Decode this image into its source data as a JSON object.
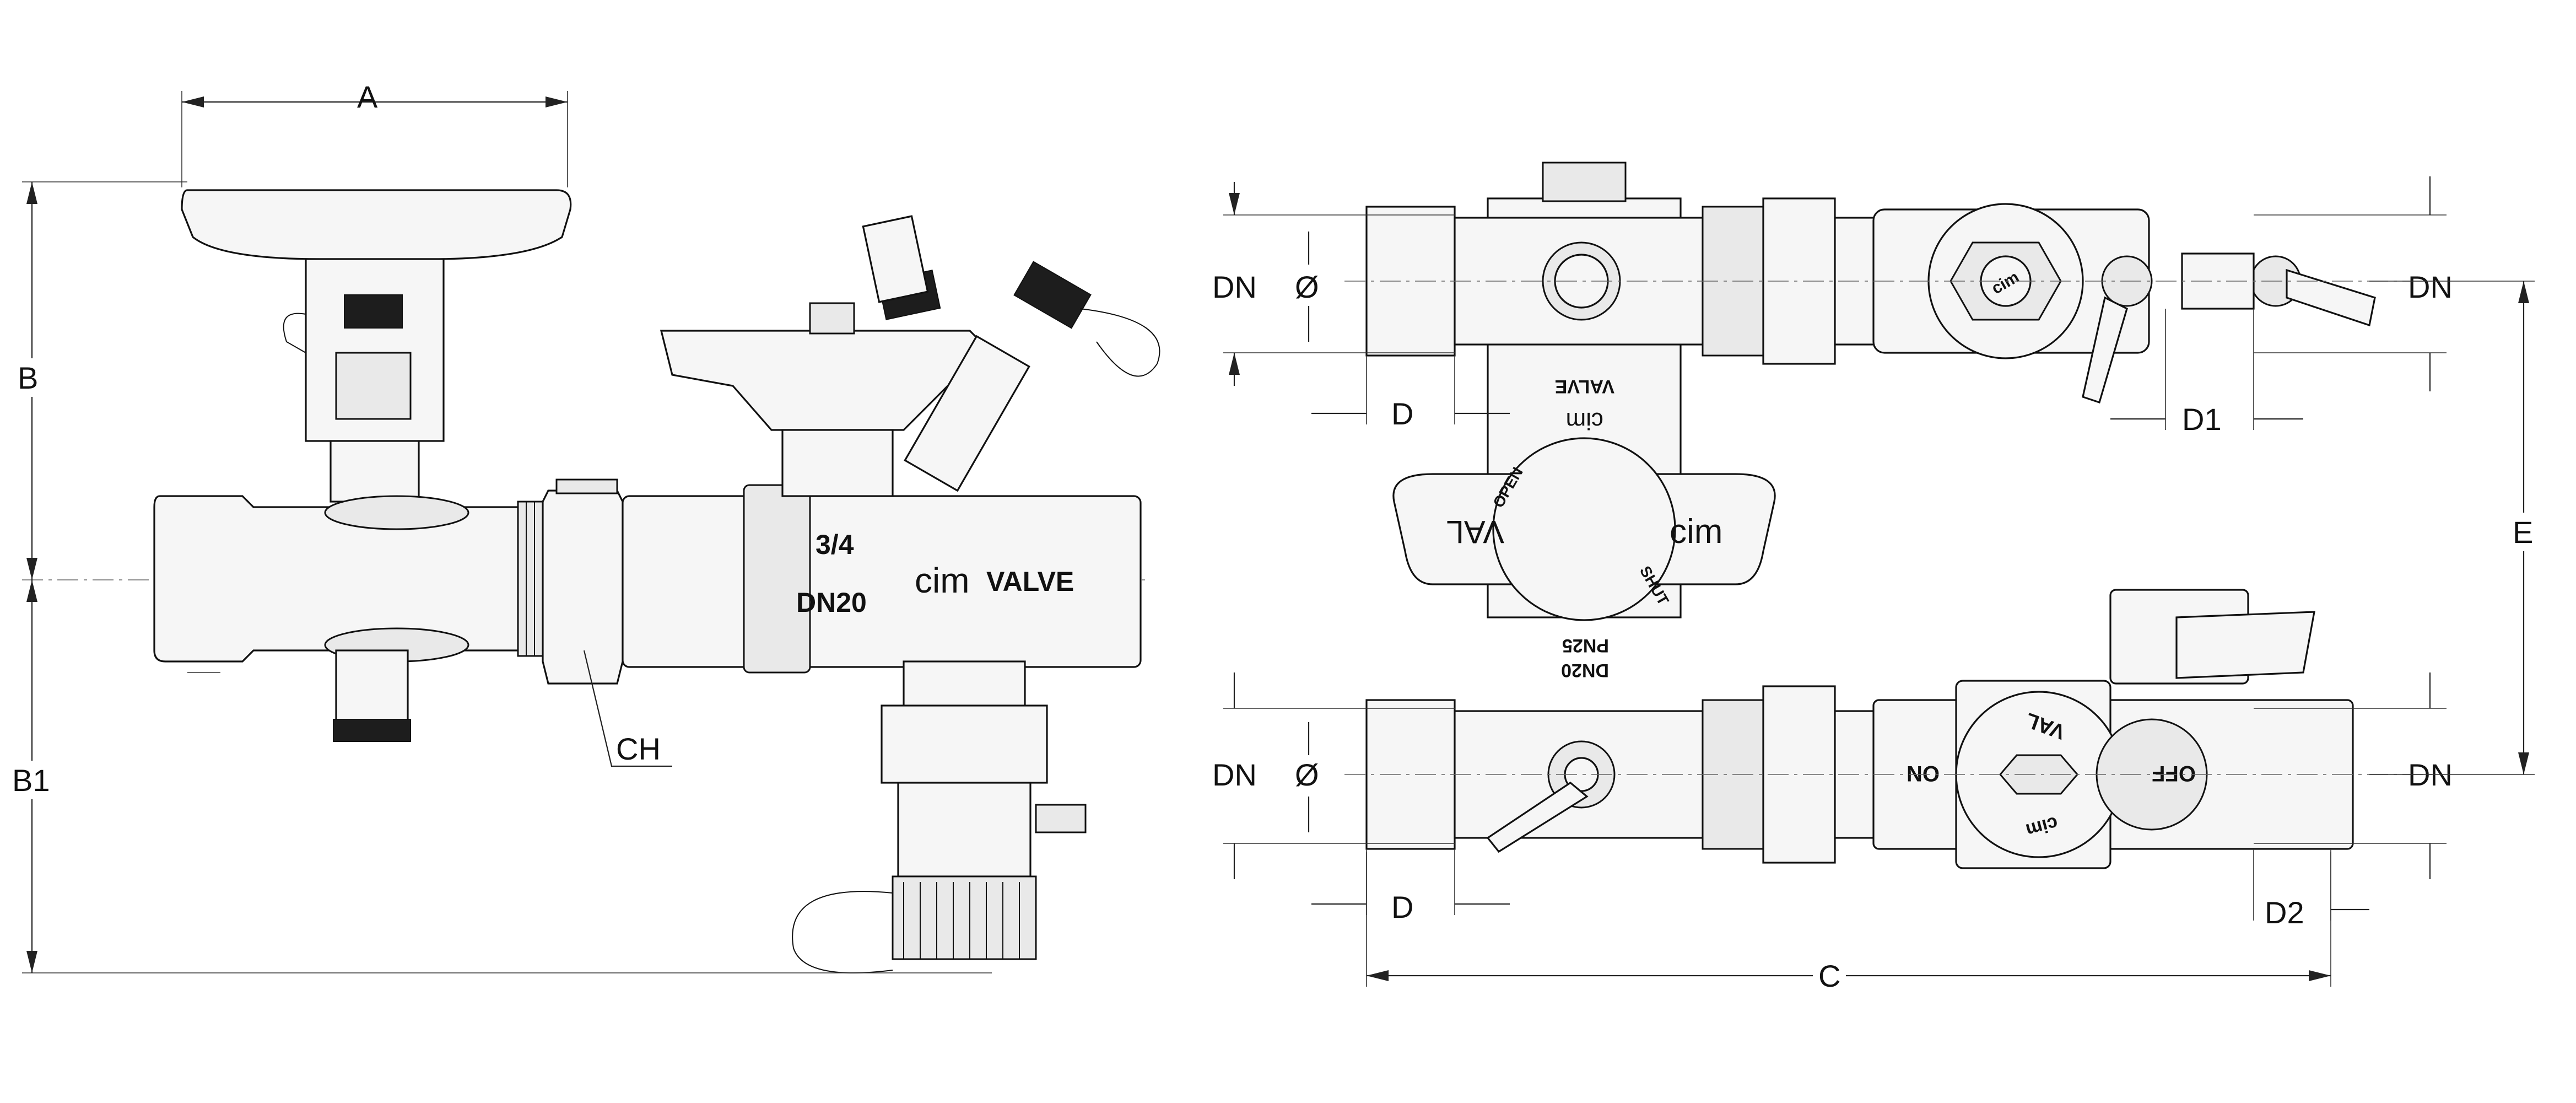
{
  "dimensions": {
    "A": "A",
    "B": "B",
    "B1": "B1",
    "CH": "CH",
    "C": "C",
    "E": "E",
    "D_upper": "D",
    "D_lower": "D",
    "D1": "D1",
    "D2": "D2",
    "DN_upper_left": "DN",
    "DN_upper_right": "DN",
    "DN_lower_left": "DN",
    "DN_lower_right": "DN",
    "phi_upper": "Ø",
    "phi_lower": "Ø"
  },
  "markings": {
    "side_size": "3/4",
    "side_dn": "DN20",
    "side_brand": "cim",
    "side_brand_suffix": "VALVE",
    "front_brand_upper": "cim",
    "front_valve_upper": "VALVE",
    "handle_brand": "cim",
    "handle_val": "VAL",
    "handle_open": "OPEN",
    "handle_shut": "SHUT",
    "body_dn": "DN20",
    "body_pn": "PN25",
    "ball_on": "ON",
    "ball_off": "OFF",
    "ball_val": "VAL",
    "ball_cim": "cim",
    "gauge_cim": "cim"
  },
  "colors": {
    "line": "#111111",
    "fill_light": "#f6f6f6",
    "fill_dark": "#1d1d1d"
  }
}
